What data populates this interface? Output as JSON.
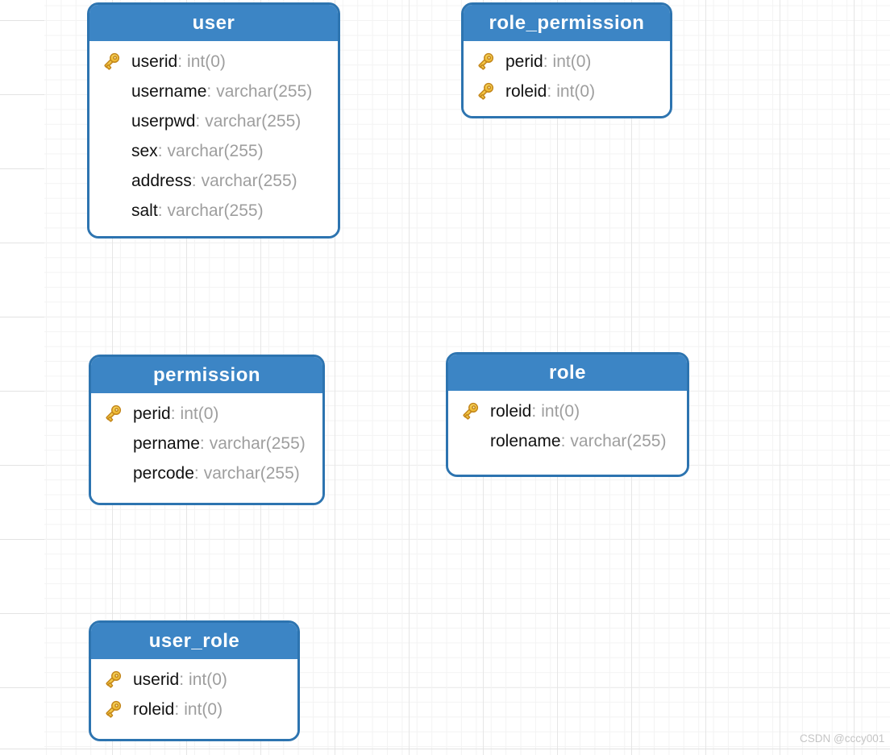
{
  "separator": ":",
  "watermark": "CSDN @cccy001",
  "colors": {
    "header_fill": "#3c85c5",
    "table_border": "#2d74b0",
    "header_text": "#ffffff",
    "field_name": "#111111",
    "field_type": "#9e9e9e",
    "key_gold": "#eeb32a",
    "grid_minor": "#f3f3f3",
    "grid_major": "#e3e3e3",
    "watermark_color": "#c5c5c5"
  },
  "tables": [
    {
      "name": "user",
      "fields": [
        {
          "key": true,
          "name": "userid",
          "type": "int(0)"
        },
        {
          "key": false,
          "name": "username",
          "type": "varchar(255)"
        },
        {
          "key": false,
          "name": "userpwd",
          "type": "varchar(255)"
        },
        {
          "key": false,
          "name": "sex",
          "type": "varchar(255)"
        },
        {
          "key": false,
          "name": "address",
          "type": "varchar(255)"
        },
        {
          "key": false,
          "name": "salt",
          "type": "varchar(255)"
        }
      ]
    },
    {
      "name": "role_permission",
      "fields": [
        {
          "key": true,
          "name": "perid",
          "type": "int(0)"
        },
        {
          "key": true,
          "name": "roleid",
          "type": "int(0)"
        }
      ]
    },
    {
      "name": "permission",
      "fields": [
        {
          "key": true,
          "name": "perid",
          "type": "int(0)"
        },
        {
          "key": false,
          "name": "pername",
          "type": "varchar(255)"
        },
        {
          "key": false,
          "name": "percode",
          "type": "varchar(255)"
        }
      ]
    },
    {
      "name": "role",
      "fields": [
        {
          "key": true,
          "name": "roleid",
          "type": "int(0)"
        },
        {
          "key": false,
          "name": "rolename",
          "type": "varchar(255)"
        }
      ]
    },
    {
      "name": "user_role",
      "fields": [
        {
          "key": true,
          "name": "userid",
          "type": "int(0)"
        },
        {
          "key": true,
          "name": "roleid",
          "type": "int(0)"
        }
      ]
    }
  ]
}
